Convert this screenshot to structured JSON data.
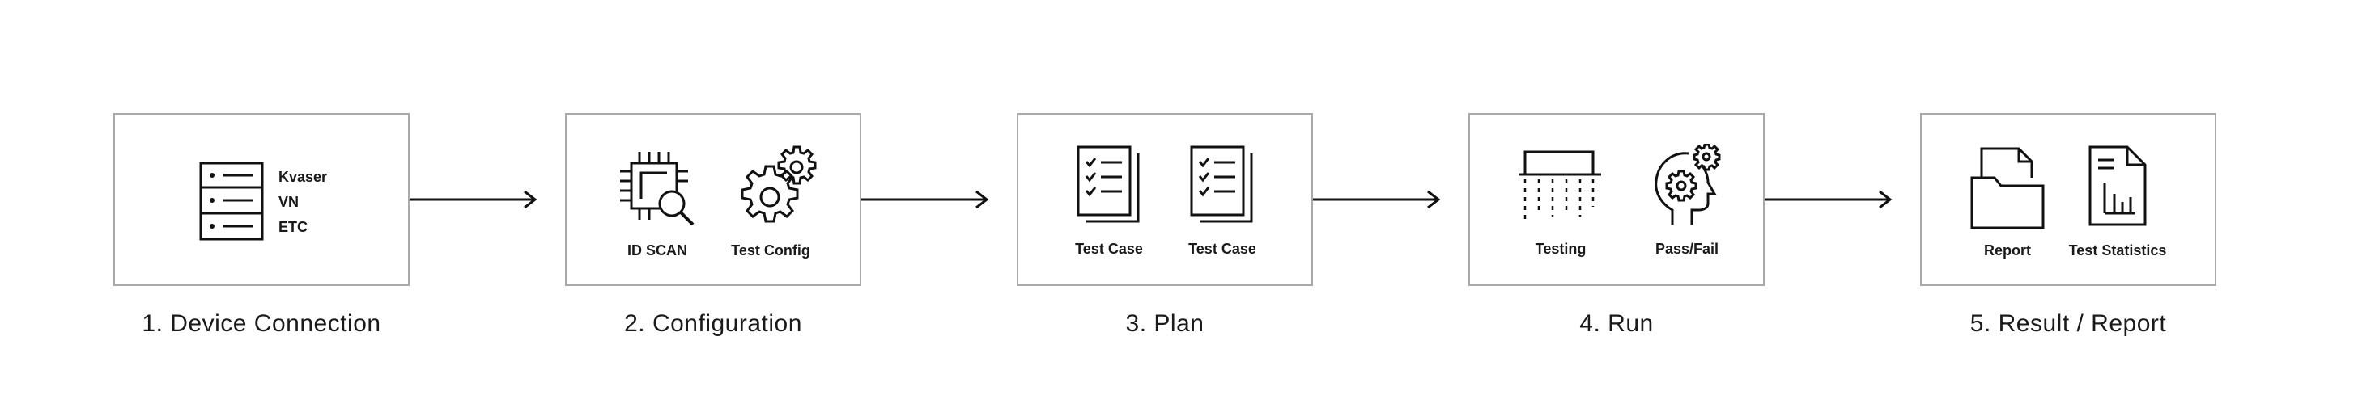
{
  "steps": [
    {
      "title": "1. Device Connection",
      "devices": [
        "Kvaser",
        "VN",
        "ETC"
      ]
    },
    {
      "title": "2. Configuration",
      "icons": [
        "ID SCAN",
        "Test Config"
      ]
    },
    {
      "title": "3. Plan",
      "icons": [
        "Test Case",
        "Test Case"
      ]
    },
    {
      "title": "4. Run",
      "icons": [
        "Testing",
        "Pass/Fail"
      ]
    },
    {
      "title": "5. Result / Report",
      "icons": [
        "Report",
        "Test Statistics"
      ]
    }
  ],
  "colors": {
    "box_border": "#a9a9a9",
    "line": "#111111"
  }
}
